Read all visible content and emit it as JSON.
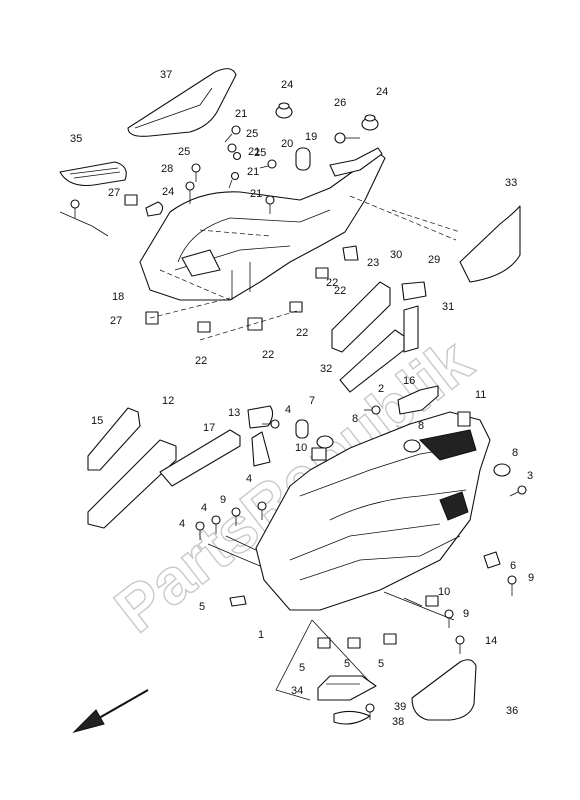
{
  "watermark": "PartsRepublik",
  "part_numbers": [
    "37",
    "35",
    "21",
    "27",
    "24",
    "28",
    "25",
    "21",
    "25",
    "21",
    "21",
    "25",
    "20",
    "19",
    "24",
    "26",
    "24",
    "33",
    "18",
    "27",
    "22",
    "22",
    "22",
    "22",
    "22",
    "23",
    "30",
    "29",
    "31",
    "32",
    "15",
    "12",
    "17",
    "13",
    "4",
    "7",
    "2",
    "16",
    "11",
    "10",
    "8",
    "8",
    "8",
    "3",
    "4",
    "9",
    "4",
    "4",
    "5",
    "1",
    "6",
    "9",
    "10",
    "9",
    "14",
    "5",
    "5",
    "5",
    "34",
    "39",
    "38",
    "36"
  ],
  "icons": {
    "direction_arrow": "front-direction-arrow"
  }
}
